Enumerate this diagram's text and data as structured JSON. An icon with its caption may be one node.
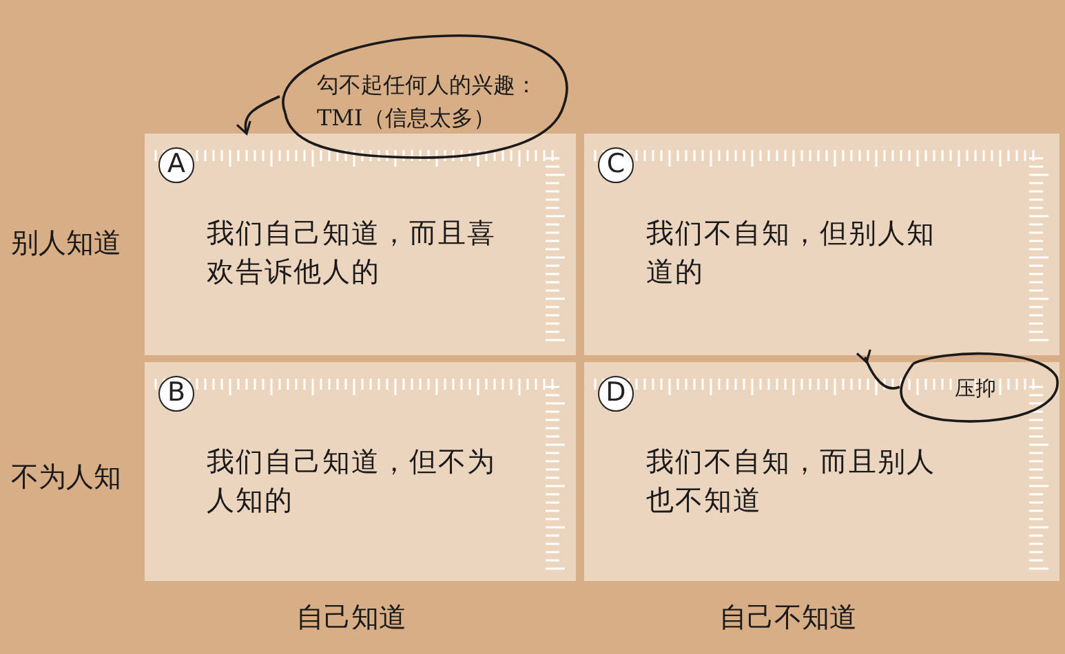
{
  "diagram": {
    "nodes": [
      {
        "text": [
          "勾不起任何人的兴趣：TMI（信息太多）"
        ]
      },
      {
        "text": [
          "A",
          "我们自己知道，而且喜欢告诉他人的"
        ]
      },
      {
        "text": [
          "C",
          "我们不自知，但别人知道的"
        ]
      },
      {
        "text": [
          "B",
          "我们自己知道，但不为人知的"
        ]
      },
      {
        "text": [
          "压抑"
        ]
      },
      {
        "text": [
          "D",
          "我们不自知，而且别人也不知道"
        ]
      }
    ],
    "edges": [
      {
        "from": 0,
        "to": 1,
        "arrow": "to"
      },
      {
        "from": 4,
        "to": 5,
        "arrow": "to"
      }
    ],
    "labels": [
      "别人知道",
      "不为人知",
      "自己知道",
      "自己不知道"
    ]
  }
}
